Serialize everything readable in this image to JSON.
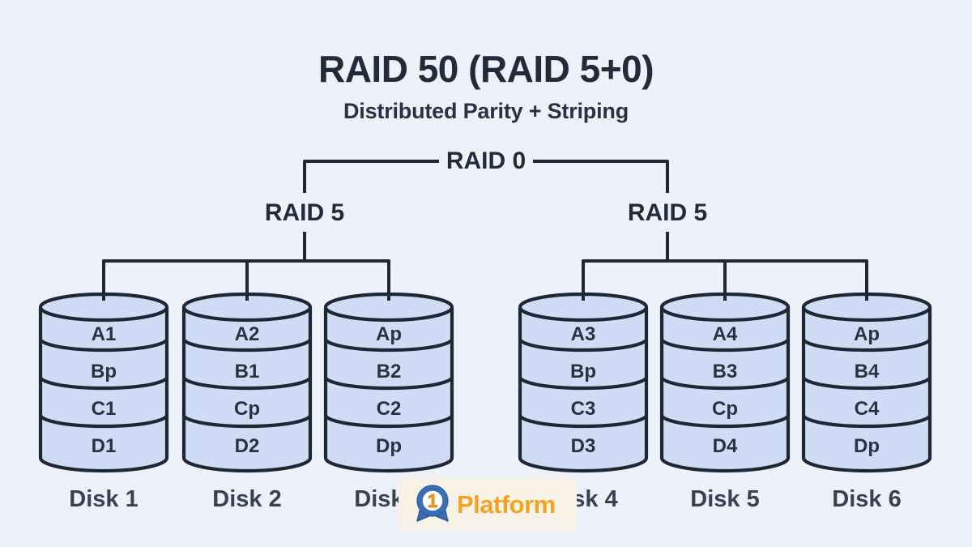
{
  "title": "RAID 50 (RAID 5+0)",
  "subtitle": "Distributed Parity + Striping",
  "tree": {
    "root_label": "RAID 0",
    "left_group_label": "RAID 5",
    "right_group_label": "RAID 5"
  },
  "disks": [
    {
      "name": "Disk 1",
      "blocks": [
        "A1",
        "Bp",
        "C1",
        "D1"
      ]
    },
    {
      "name": "Disk 2",
      "blocks": [
        "A2",
        "B1",
        "Cp",
        "D2"
      ]
    },
    {
      "name": "Disk 3",
      "blocks": [
        "Ap",
        "B2",
        "C2",
        "Dp"
      ]
    },
    {
      "name": "Disk 4",
      "blocks": [
        "A3",
        "Bp",
        "C3",
        "D3"
      ]
    },
    {
      "name": "Disk 5",
      "blocks": [
        "A4",
        "B3",
        "Cp",
        "D4"
      ]
    },
    {
      "name": "Disk 6",
      "blocks": [
        "Ap",
        "B4",
        "C4",
        "Dp"
      ]
    }
  ],
  "watermark": {
    "badge_text": "1",
    "brand_text": "Platform"
  },
  "colors": {
    "background": "#edf1fa",
    "line": "#1f2733",
    "disk_fill": "#cfdcf5",
    "disk_stroke": "#1f2733",
    "heading_text": "#232b3a",
    "block_text": "#2a3240",
    "disk_label_text": "#3a4150",
    "logo_background": "#f8f2e6",
    "logo_blue": "#3a6fb8",
    "logo_orange": "#f6a21e"
  }
}
